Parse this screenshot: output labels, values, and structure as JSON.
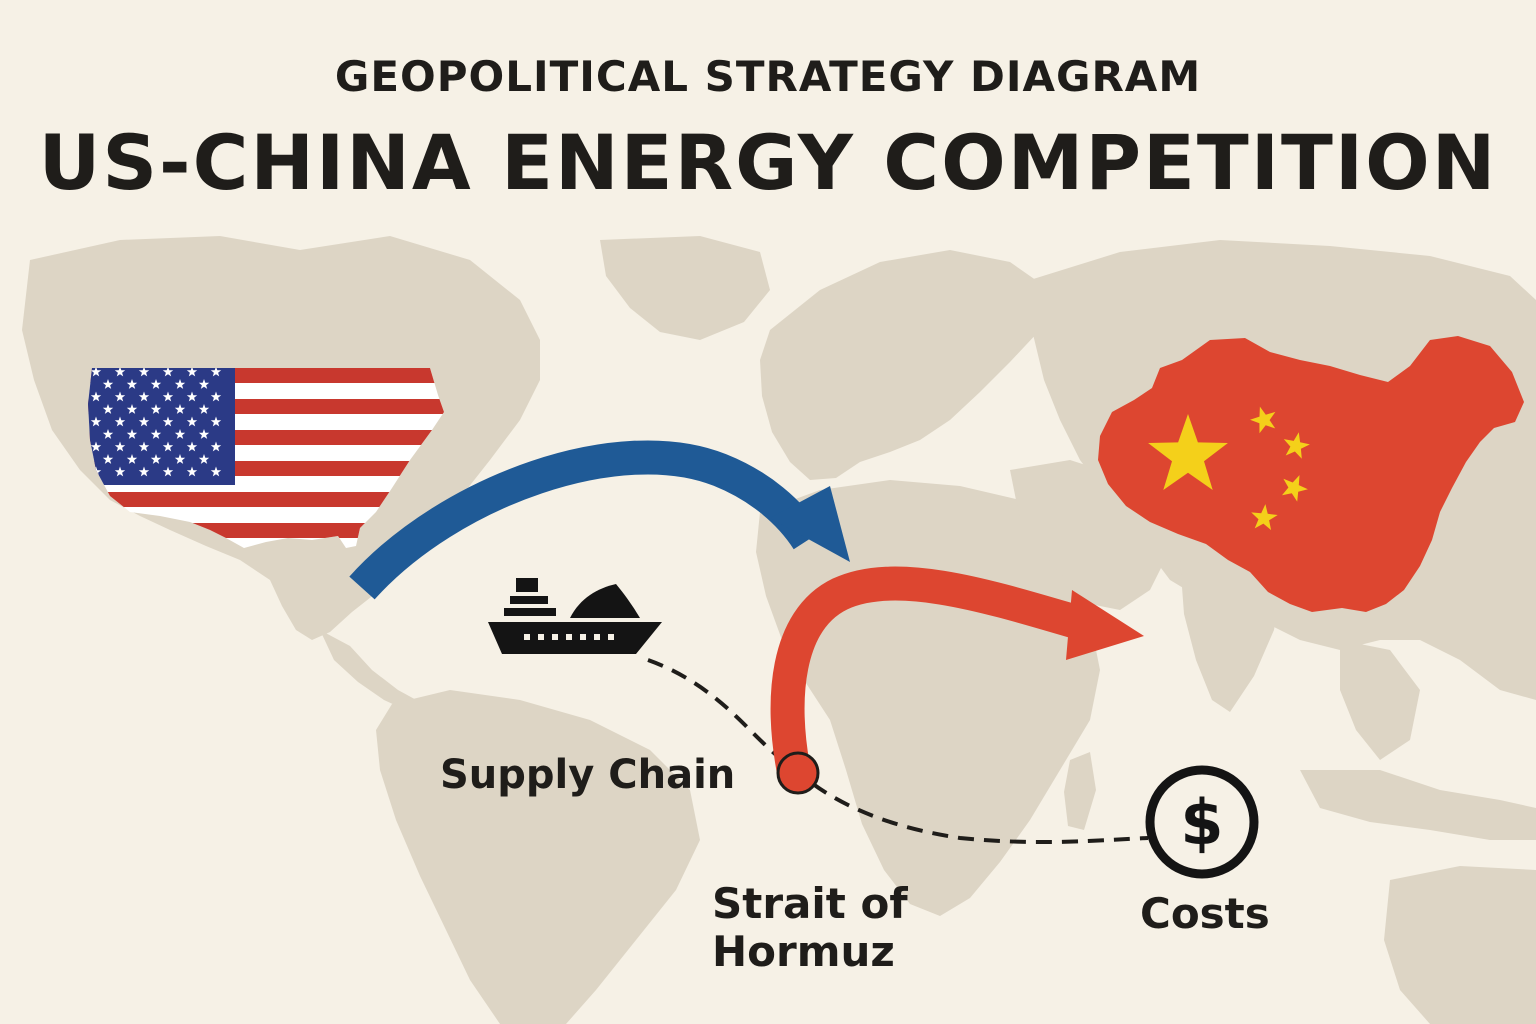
{
  "header": {
    "subtitle": "GEOPOLITICAL STRATEGY DIAGRAM",
    "title": "US-CHINA ENERGY COMPETITION"
  },
  "labels": {
    "supply_chain": "Supply Chain",
    "strait_line1": "Strait of",
    "strait_line2": "Hormuz",
    "costs": "Costs",
    "currency_symbol": "$"
  },
  "colors": {
    "background": "#f6f1e6",
    "land": "#ddd5c5",
    "us_blue": "#1f5a96",
    "china_red": "#dd4630",
    "us_flag_red": "#c8382e",
    "us_flag_blue": "#2b3a86",
    "china_star_yellow": "#f4d01a",
    "text": "#1f1d1a"
  },
  "icons": {
    "ship": "ship-icon",
    "currency": "dollar-icon",
    "chokepoint": "chokepoint-marker-icon"
  }
}
